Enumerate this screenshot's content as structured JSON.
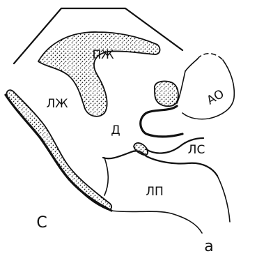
{
  "labels": {
    "pzh": "ПЖ",
    "lzh": "ЛЖ",
    "d": "Д",
    "ao": "АО",
    "ls": "ЛС",
    "lp": "ЛП",
    "c": "С",
    "a": "а"
  }
}
